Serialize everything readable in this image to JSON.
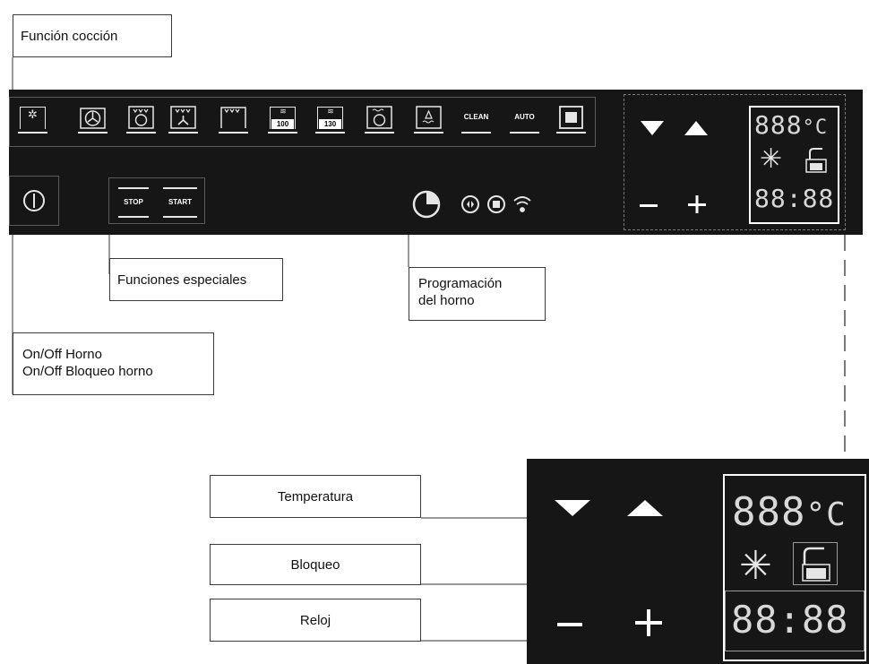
{
  "callouts": {
    "funcion_coccion": "Función cocción",
    "funciones_especiales": "Funciones especiales",
    "programacion": "Programación\ndel horno",
    "on_off": "On/Off Horno\nOn/Off Bloqueo horno",
    "temperatura": "Temperatura",
    "bloqueo": "Bloqueo",
    "reloj": "Reloj"
  },
  "cooking_keys": [
    {
      "icon": "top-heat-icon"
    },
    {
      "icon": "fan-icon"
    },
    {
      "icon": "fan-grill-icon"
    },
    {
      "icon": "grill-fan-icon"
    },
    {
      "icon": "grill-icon"
    },
    {
      "icon": "steam-100-icon",
      "label": "100"
    },
    {
      "icon": "steam-130-icon",
      "label": "130"
    },
    {
      "icon": "steam-fan-icon"
    },
    {
      "icon": "defrost-icon"
    },
    {
      "icon": "clean-icon",
      "label": "CLEAN"
    },
    {
      "icon": "auto-icon",
      "label": "AUTO"
    },
    {
      "icon": "stop-square-icon"
    }
  ],
  "special": {
    "stop": "STOP",
    "start": "START"
  },
  "display": {
    "temp": "888",
    "unit": "°C",
    "clock": "88:88"
  },
  "colors": {
    "panel": "#161616",
    "icon": "#e6e6e6",
    "segment": "#d8d8d8",
    "dashed": "#7a7a7a"
  }
}
